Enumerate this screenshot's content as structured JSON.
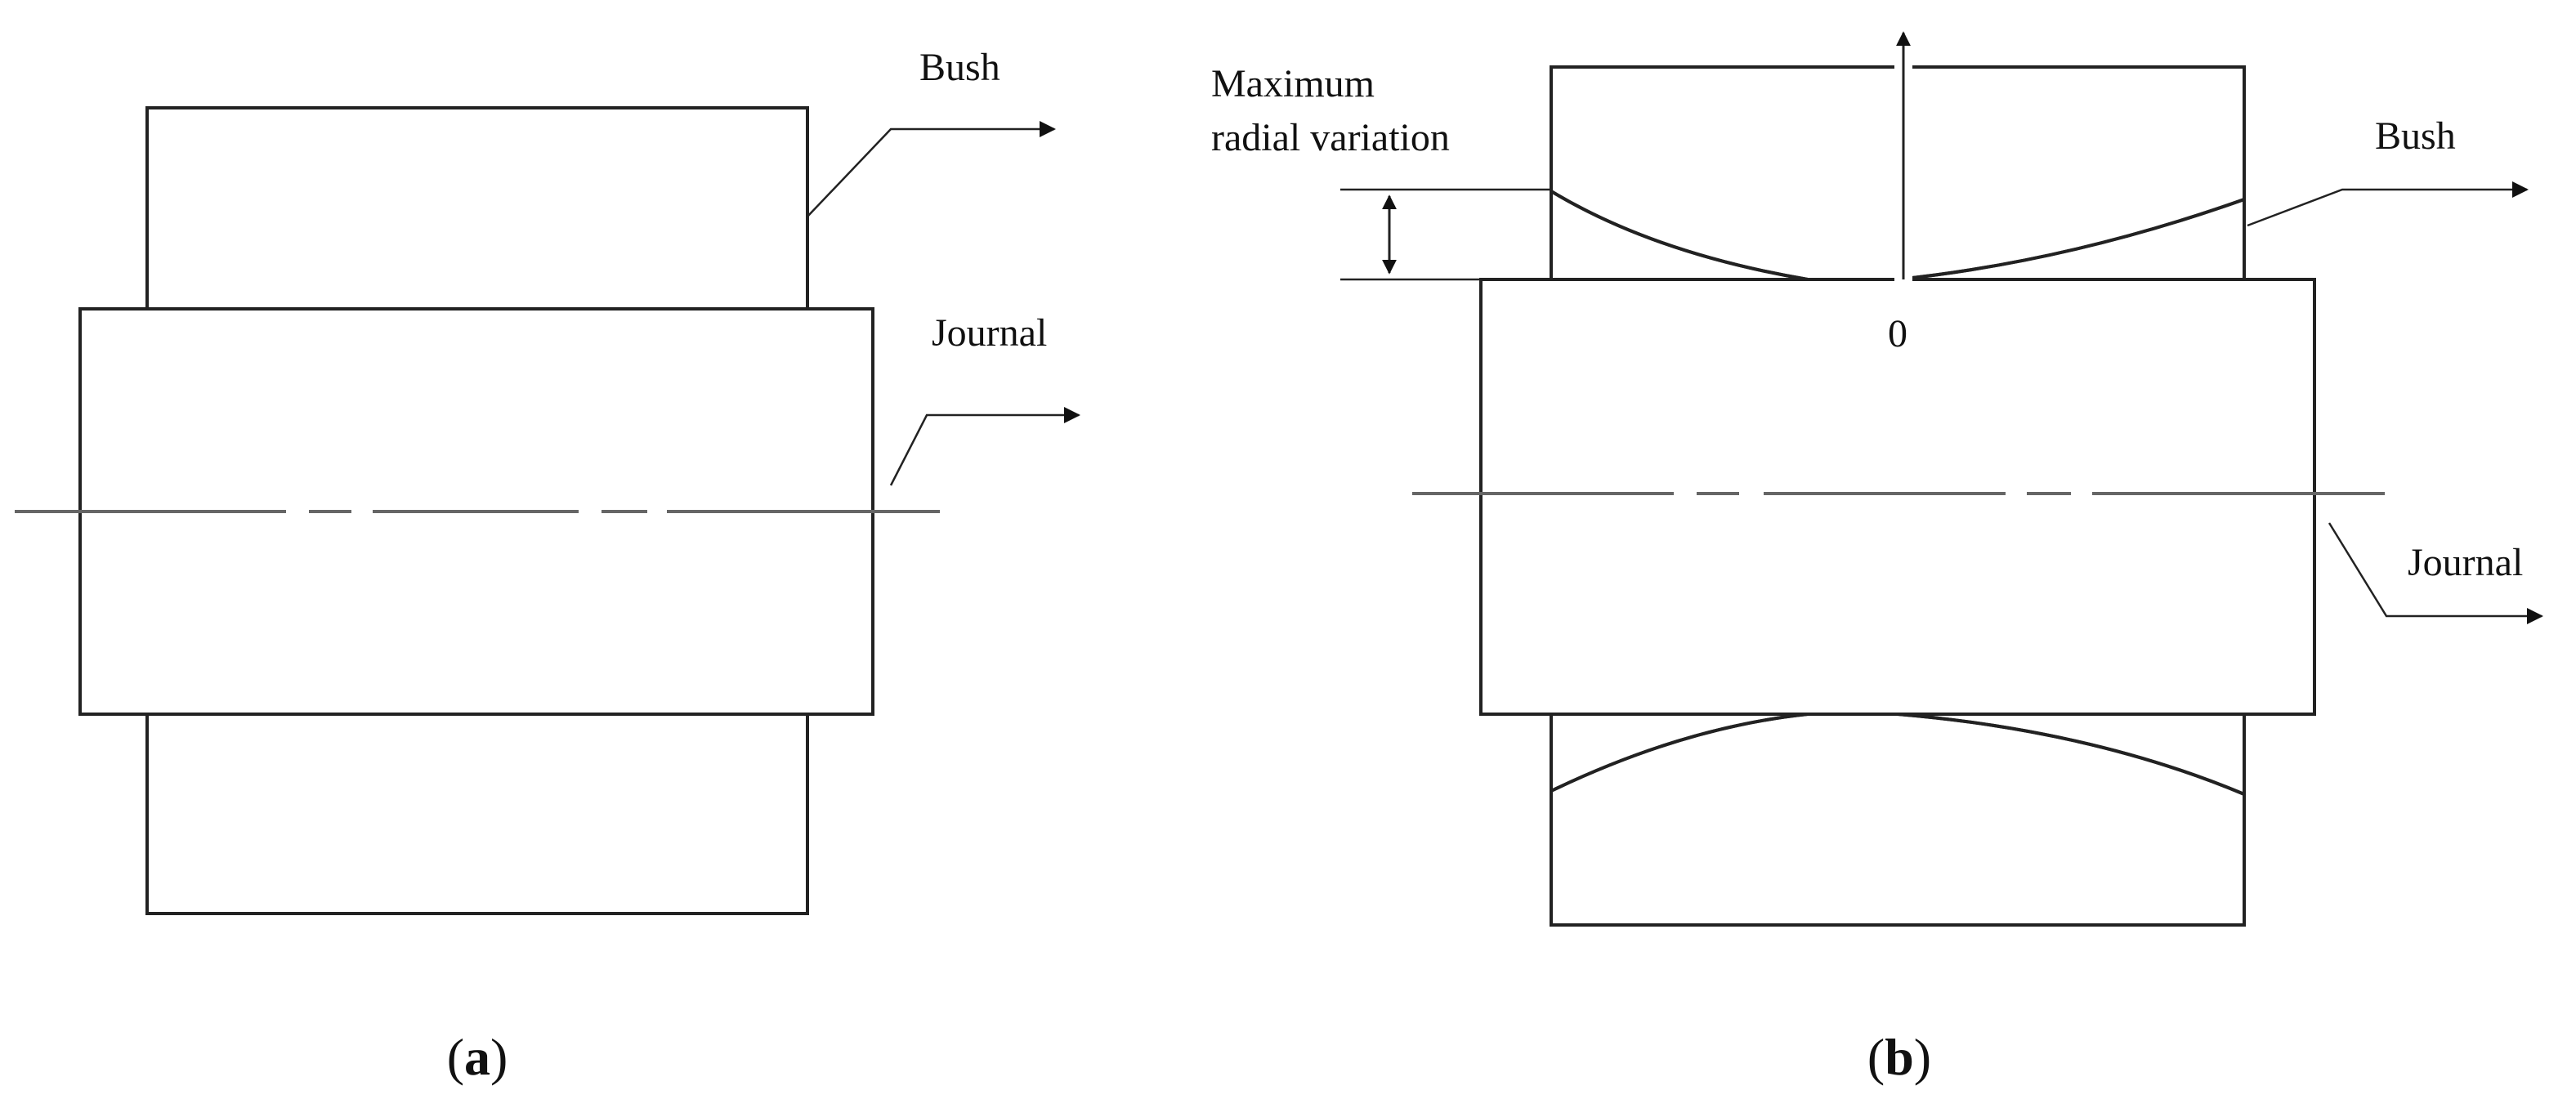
{
  "figure_a": {
    "bush_label": "Bush",
    "journal_label": "Journal",
    "caption_letter": "a"
  },
  "figure_b": {
    "max_variation_line1": "Maximum",
    "max_variation_line2": "radial variation",
    "bush_label": "Bush",
    "journal_label": "Journal",
    "zero_label": "0",
    "caption_letter": "b"
  },
  "colors": {
    "stroke": "#222222",
    "centerline": "#666666",
    "background": "#ffffff"
  }
}
